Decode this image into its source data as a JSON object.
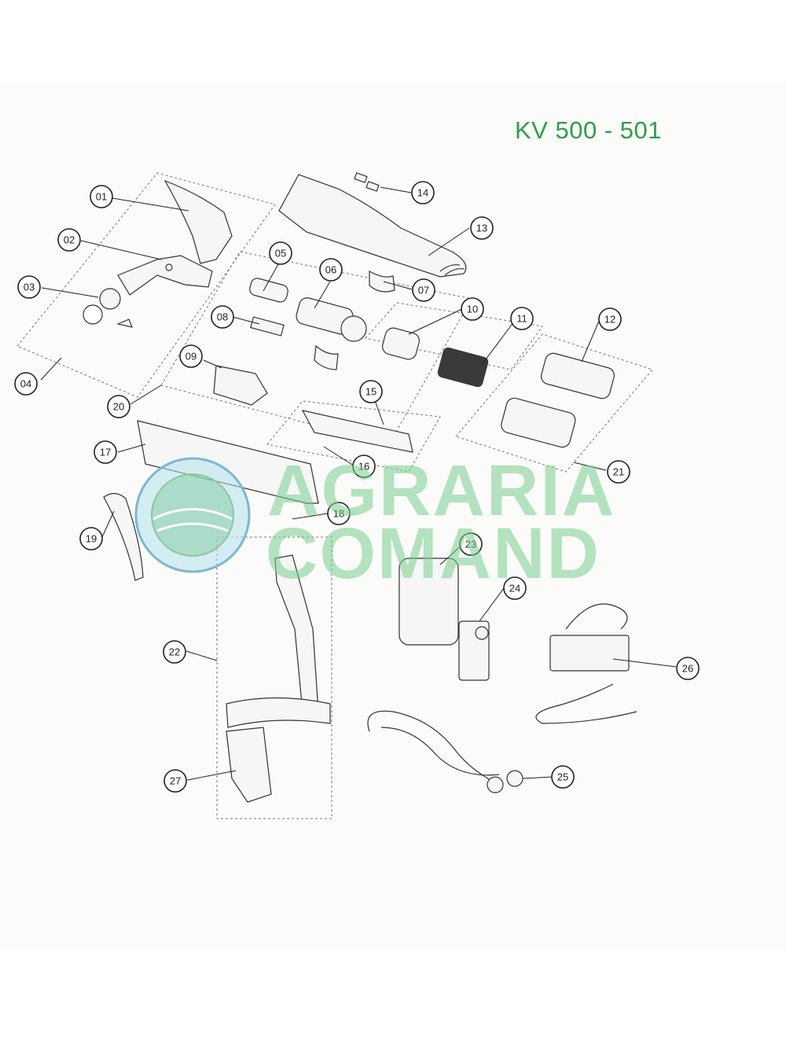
{
  "title": "KV 500 - 501",
  "watermark": {
    "line1": "AGRARIA",
    "line2": "COMAND",
    "color": "#7fd09a"
  },
  "title_color": "#2f9e48",
  "callouts": [
    "01",
    "02",
    "03",
    "04",
    "05",
    "06",
    "07",
    "08",
    "09",
    "10",
    "11",
    "12",
    "13",
    "14",
    "15",
    "16",
    "17",
    "18",
    "19",
    "20",
    "21",
    "22",
    "23",
    "24",
    "25",
    "26",
    "27"
  ]
}
